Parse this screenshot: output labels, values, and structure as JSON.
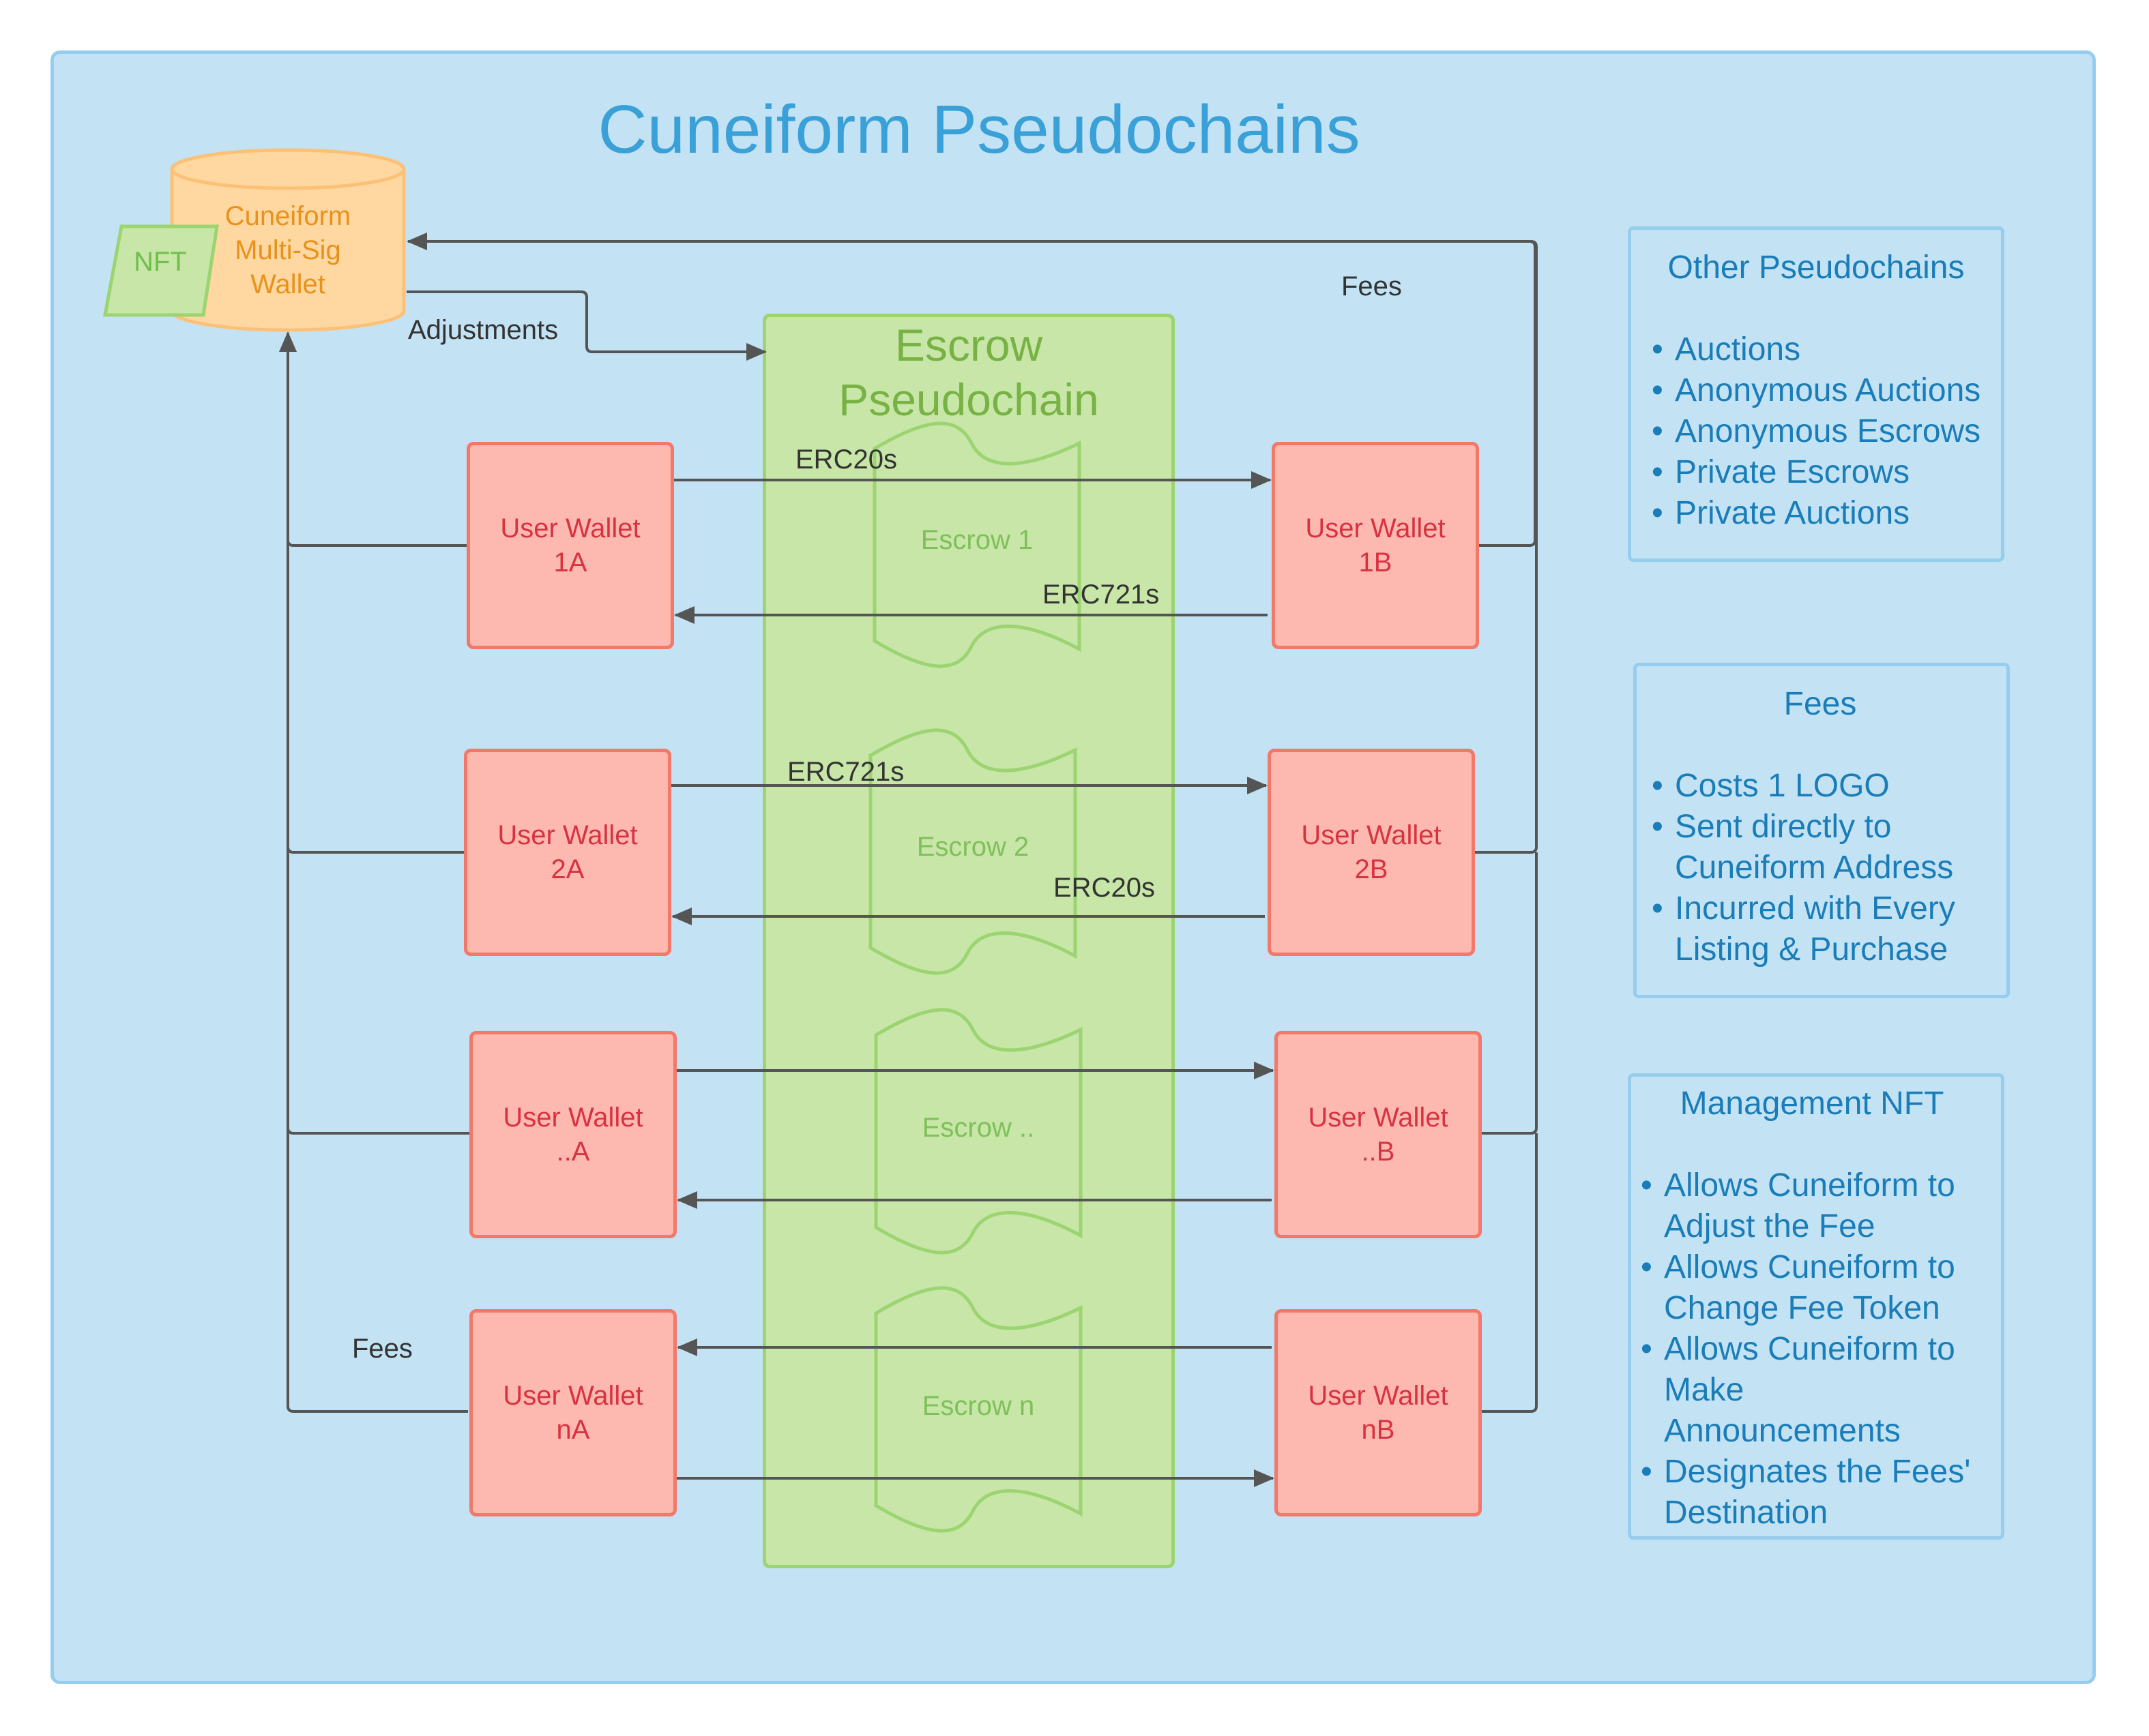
{
  "title": "Cuneiform Pseudochains",
  "multisig_wallet": {
    "label": "Cuneiform\nMulti-Sig\nWallet",
    "tag": "NFT"
  },
  "escrow_pseudochain": {
    "title": "Escrow\nPseudochain",
    "escrows": [
      "Escrow 1",
      "Escrow 2",
      "Escrow ..",
      "Escrow n"
    ]
  },
  "wallets_left": [
    "User Wallet\n1A",
    "User Wallet\n2A",
    "User Wallet\n..A",
    "User Wallet\nnA"
  ],
  "wallets_right": [
    "User Wallet\n1B",
    "User Wallet\n2B",
    "User Wallet\n..B",
    "User Wallet\nnB"
  ],
  "edge_labels": {
    "adjustments": "Adjustments",
    "fees_top": "Fees",
    "fees_bottom": "Fees",
    "row1_top": "ERC20s",
    "row1_bottom": "ERC721s",
    "row2_top": "ERC721s",
    "row2_bottom": "ERC20s"
  },
  "info_boxes": {
    "other": {
      "title": "Other Pseudochains",
      "items": [
        "Auctions",
        "Anonymous Auctions",
        "Anonymous Escrows",
        "Private Escrows",
        "Private Auctions"
      ]
    },
    "fees": {
      "title": "Fees",
      "items": [
        "Costs 1 LOGO",
        "Sent directly to Cuneiform Address",
        "Incurred with Every Listing & Purchase"
      ]
    },
    "management": {
      "title": "Management NFT",
      "items": [
        "Allows Cuneiform to Adjust the Fee",
        "Allows Cuneiform to Change Fee Token",
        "Allows Cuneiform to Make Announcements",
        "Designates the Fees' Destination"
      ]
    }
  },
  "colors": {
    "background": "#c3e3f5",
    "wallet_fill": "#fdb9b0",
    "wallet_text": "#d83241",
    "escrow_fill": "#c7e6a8",
    "escrow_text": "#78b244",
    "cylinder_fill": "#ffd7a0",
    "cylinder_text": "#e8921c",
    "info_text": "#1a7db8",
    "arrow": "#555555"
  }
}
